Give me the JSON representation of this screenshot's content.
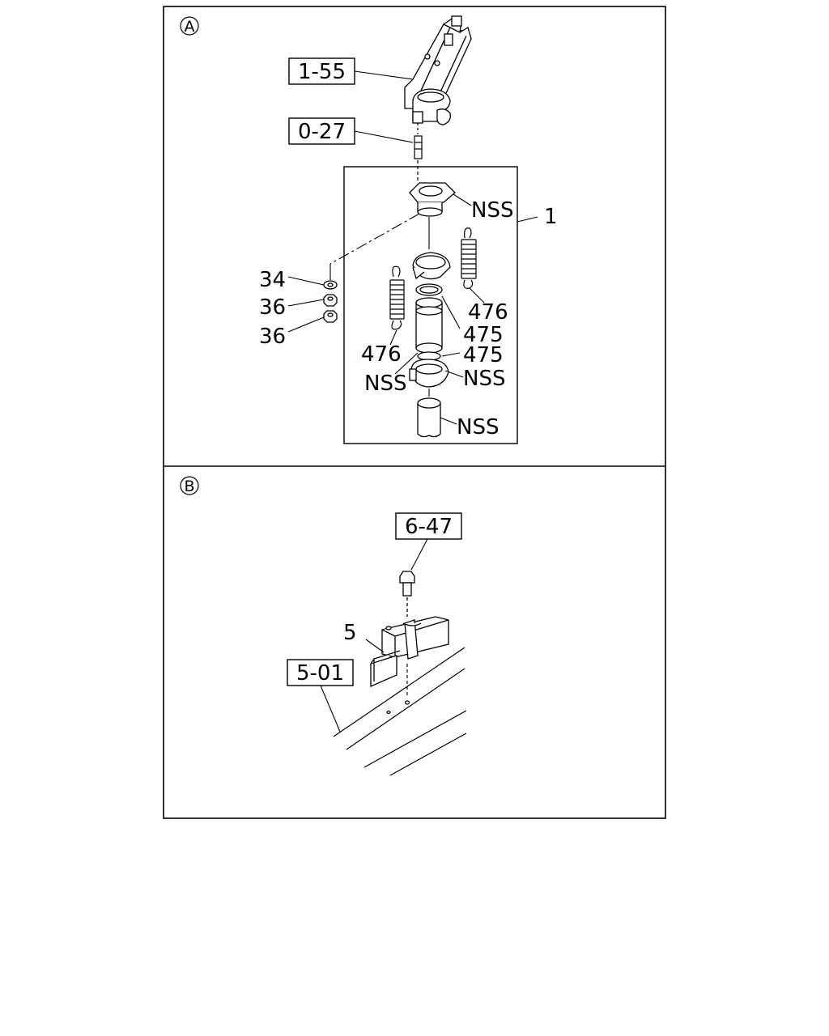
{
  "panels": [
    {
      "id": "A",
      "marker": "A"
    },
    {
      "id": "B",
      "marker": "B"
    }
  ],
  "panel_a": {
    "boxed_refs": [
      "1-55",
      "0-27"
    ],
    "labels": {
      "assembly": "1",
      "nss_top": "NSS",
      "washer": "34",
      "nut_1": "36",
      "nut_2": "36",
      "spring_right": "476",
      "spring_left": "476",
      "ring_upper": "475",
      "ring_lower": "475",
      "nss_left": "NSS",
      "nss_right": "NSS",
      "nss_bottom": "NSS"
    }
  },
  "panel_b": {
    "boxed_refs": [
      "6-47",
      "5-01"
    ],
    "labels": {
      "bracket": "5"
    }
  }
}
